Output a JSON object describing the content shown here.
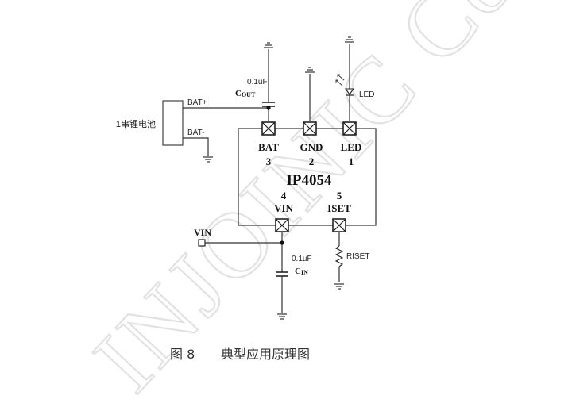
{
  "watermark": {
    "text": "INJOINIC Corp."
  },
  "battery": {
    "label": "1串锂电池",
    "pos_pin": "BAT+",
    "neg_pin": "BAT-"
  },
  "cout": {
    "value": "0.1uF",
    "name": "C",
    "sub": "OUT"
  },
  "led": {
    "label": "LED"
  },
  "ic": {
    "name": "IP4054",
    "pins": [
      {
        "name": "BAT",
        "num": "3"
      },
      {
        "name": "GND",
        "num": "2"
      },
      {
        "name": "LED",
        "num": "1"
      },
      {
        "name": "VIN",
        "num": "4"
      },
      {
        "name": "ISET",
        "num": "5"
      }
    ]
  },
  "vin": {
    "label": "VIN"
  },
  "cin": {
    "value": "0.1uF",
    "name": "C",
    "sub": "IN"
  },
  "riset": {
    "label": "RISET"
  },
  "caption": {
    "figure": "图 8",
    "title": "典型应用原理图"
  }
}
